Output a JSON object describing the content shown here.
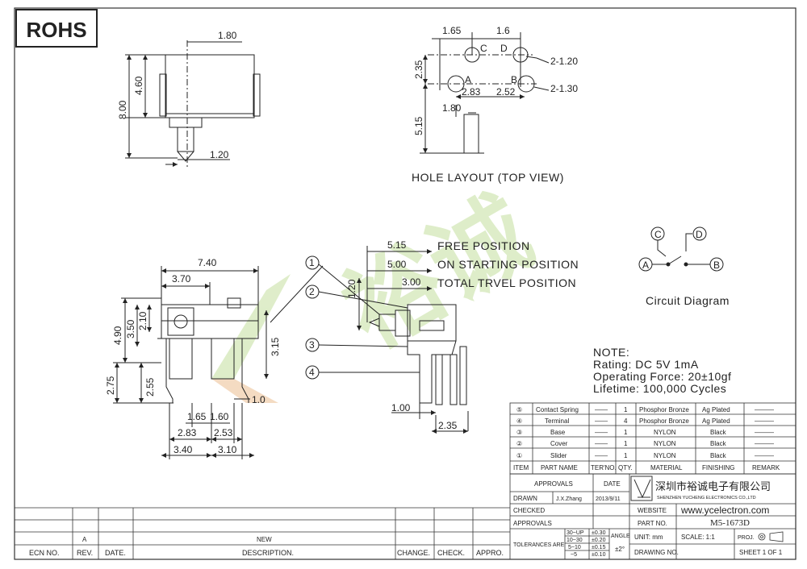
{
  "badge": "ROHS",
  "top_view": {
    "dim_top_width": "1.80",
    "dim_body_height": "4.60",
    "dim_total_height": "8.00",
    "dim_pin_width": "1.20"
  },
  "hole_layout": {
    "title": "HOLE LAYOUT (TOP VIEW)",
    "dim_165": "1.65",
    "dim_16": "1.6",
    "dim_235": "2.35",
    "dim_283": "2.83",
    "dim_252": "2.52",
    "dim_515": "5.15",
    "dim_180": "1.80",
    "hole_small": "2-1.20",
    "hole_large": "2-1.30",
    "pins": [
      "A",
      "B",
      "C",
      "D"
    ]
  },
  "front_view": {
    "dim_740": "7.40",
    "dim_370": "3.70",
    "dim_490": "4.90",
    "dim_350": "3.50",
    "dim_210": "2.10",
    "dim_315": "3.15",
    "dim_275": "2.75",
    "dim_255": "2.55",
    "dim_10": "1.0",
    "dim_165": "1.65",
    "dim_160": "1.60",
    "dim_283": "2.83",
    "dim_253": "2.53",
    "dim_340": "3.40",
    "dim_310": "3.10"
  },
  "side_view": {
    "dim_515": "5.15",
    "dim_500": "5.00",
    "dim_300": "3.00",
    "dim_120": "1.20",
    "dim_100": "1.00",
    "dim_235": "2.35",
    "free_position": "FREE POSITION",
    "on_starting": "ON STARTING POSITION",
    "total_travel": "TOTAL TRVEL POSITION",
    "balloons": [
      "1",
      "2",
      "3",
      "4"
    ]
  },
  "circuit": {
    "title": "Circuit Diagram",
    "labels": [
      "A",
      "B",
      "C",
      "D"
    ]
  },
  "note": {
    "title": "NOTE:",
    "rating": "Rating:  DC   5V   1mA",
    "force": "Operating Force: 20±10gf",
    "lifetime": "Lifetime:   100,000 Cycles"
  },
  "watermark": "裕诚",
  "bom": {
    "rows": [
      {
        "item": "⑤",
        "name": "Contact Spring",
        "ter": "——",
        "qty": "1",
        "material": "Phosphor Bronze",
        "finishing": "Ag Plated",
        "remark": "———"
      },
      {
        "item": "④",
        "name": "Terminal",
        "ter": "——",
        "qty": "4",
        "material": "Phosphor Bronze",
        "finishing": "Ag Plated",
        "remark": "———"
      },
      {
        "item": "③",
        "name": "Base",
        "ter": "——",
        "qty": "1",
        "material": "NYLON",
        "finishing": "Black",
        "remark": "———"
      },
      {
        "item": "②",
        "name": "Cover",
        "ter": "——",
        "qty": "1",
        "material": "NYLON",
        "finishing": "Black",
        "remark": "———"
      },
      {
        "item": "①",
        "name": "Slider",
        "ter": "——",
        "qty": "1",
        "material": "NYLON",
        "finishing": "Black",
        "remark": "———"
      }
    ],
    "headers": [
      "ITEM",
      "PART NAME",
      "TER'NO.",
      "QTY.",
      "MATERIAL",
      "FINISHING",
      "REMARK"
    ]
  },
  "title_block": {
    "approvals": "APPROVALS",
    "date": "DATE",
    "drawn": "DRAWN",
    "drawn_by": "J.X.Zhang",
    "drawn_date": "2013/9/11",
    "checked": "CHECKED",
    "approvals2": "APPROVALS",
    "company_cn": "深圳市裕诚电子有限公司",
    "company_en": "SHENZHEN YUCHENG ELECTRONICS CO.,LTD",
    "website_label": "WEBSITE",
    "website": "www.ycelectron.com",
    "part_no_label": "PART NO.",
    "part_no": "M5-1673D",
    "tolerances_label": "TOLERANCES ARE",
    "tol_rows": [
      {
        "range": "30~UP",
        "tol": "±0.30"
      },
      {
        "range": "10~30",
        "tol": "±0.20"
      },
      {
        "range": "5~10",
        "tol": "±0.15"
      },
      {
        "range": "~5",
        "tol": "±0.10"
      }
    ],
    "angle_label": "ANGLE",
    "angle_tol": "±2°",
    "unit": "UNIT: mm",
    "scale": "SCALE:  1:1",
    "proj": "PROJ.",
    "drawing_no": "DRAWING NO.",
    "sheet": "SHEET  1 OF 1"
  },
  "revision_block": {
    "rev_a": "A",
    "new": "NEW",
    "headers": [
      "ECN NO.",
      "REV.",
      "DATE.",
      "DESCRIPTION.",
      "CHANGE.",
      "CHECK.",
      "APPRO."
    ]
  }
}
